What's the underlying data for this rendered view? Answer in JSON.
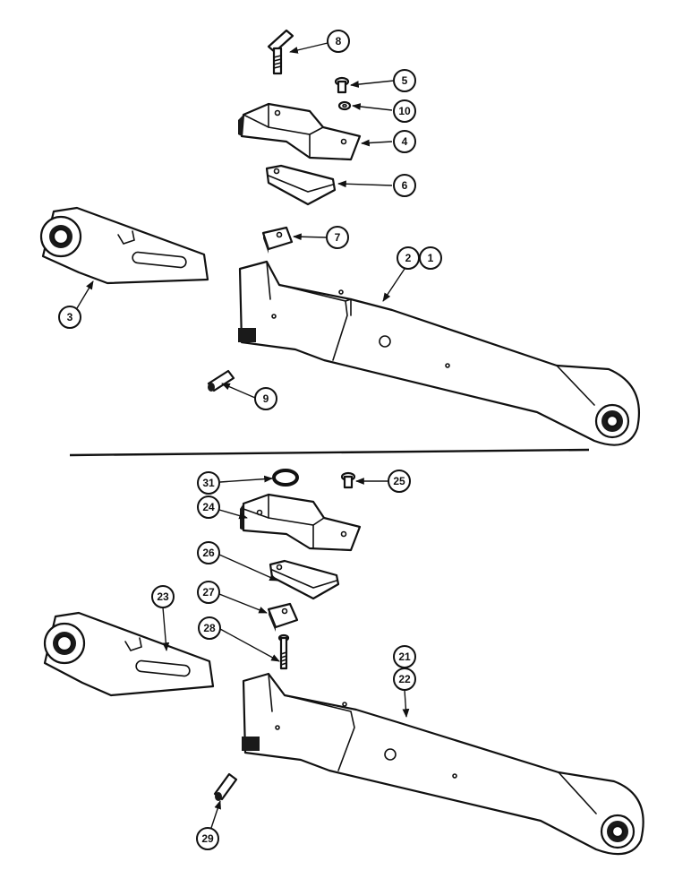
{
  "callouts": {
    "c1": "1",
    "c2": "2",
    "c3": "3",
    "c4": "4",
    "c5": "5",
    "c6": "6",
    "c7": "7",
    "c8": "8",
    "c9": "9",
    "c10": "10",
    "c21": "21",
    "c22": "22",
    "c23": "23",
    "c24": "24",
    "c25": "25",
    "c26": "26",
    "c27": "27",
    "c28": "28",
    "c29": "29",
    "c31": "31"
  }
}
